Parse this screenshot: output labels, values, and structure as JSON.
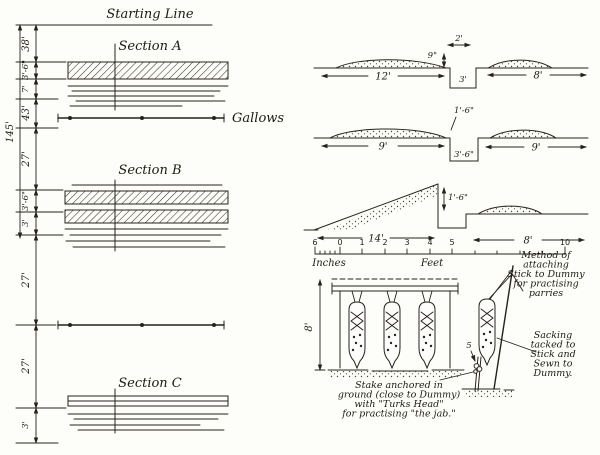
{
  "figure": {
    "plan": {
      "starting_line": "Starting Line",
      "section_a": "Section A",
      "section_b": "Section B",
      "section_c": "Section C",
      "gallows": "Gallows",
      "dim_38": "38'",
      "dim_145": "145'",
      "dim_a_width": "3'-6\"",
      "dim_7": "7'",
      "dim_43": "43'",
      "dim_27_1": "27'",
      "dim_b_width": "3'-6\"",
      "dim_3_1": "3'",
      "dim_27_2": "27'",
      "dim_27_3": "27'",
      "dim_3_2": "3'"
    },
    "section1": {
      "dim_2": "2'",
      "dim_9in": "9\"",
      "dim_12": "12'",
      "dim_3": "3'",
      "dim_8": "8'"
    },
    "section2": {
      "dim_1_6": "1'-6\"",
      "dim_9_left": "9'",
      "dim_3_6": "3'-6\"",
      "dim_9_right": "9'"
    },
    "section3": {
      "dim_1_6": "1'-6\"",
      "dim_14": "14'",
      "dim_8": "8'"
    },
    "scale": {
      "t6": "6",
      "t0": "0",
      "t1": "1",
      "t2": "2",
      "t3": "3",
      "t4": "4",
      "t5": "5",
      "t10": "10",
      "inches": "Inches",
      "feet": "Feet"
    },
    "gallows_detail": {
      "dim_8": "8'",
      "dim_5": "5"
    },
    "notes": {
      "method": {
        "l1": "Method of",
        "l2": "attaching",
        "l3": "Stick to Dummy",
        "l4": "for practising",
        "l5": "parries"
      },
      "sacking": {
        "l1": "Sacking",
        "l2": "tacked to",
        "l3": "Stick and",
        "l4": "Sewn to",
        "l5": "Dummy."
      },
      "stake": {
        "l1": "Stake anchored in",
        "l2": "ground (close to Dummy)",
        "l3": "with \"Turks Head\"",
        "l4": "for practising \"the jab.\""
      }
    }
  }
}
